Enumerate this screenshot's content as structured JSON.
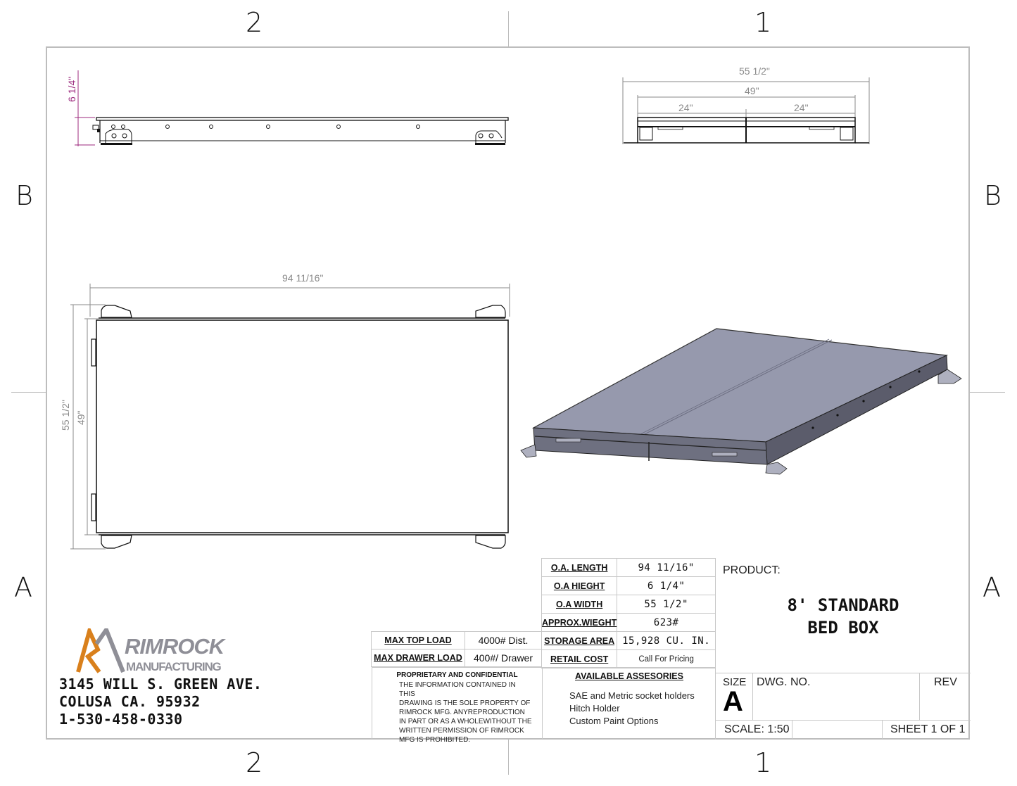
{
  "zones": {
    "columns_top": [
      "2",
      "1"
    ],
    "columns_bottom": [
      "2",
      "1"
    ],
    "rows_left": [
      "B",
      "A"
    ],
    "rows_right": [
      "B",
      "A"
    ]
  },
  "views": {
    "side_view": {
      "height_dim": "6 1/4\"",
      "dim_color": "#9c2a7e"
    },
    "end_view": {
      "overall_width_dim": "55 1/2\"",
      "inner_width_dim": "49\"",
      "drawer_left_dim": "24\"",
      "drawer_right_dim": "24\""
    },
    "top_view": {
      "length_dim": "94 11/16\"",
      "overall_width_dim": "55 1/2\"",
      "inner_width_dim": "49\""
    },
    "isometric_view": {
      "lid_color": "#9699ad",
      "side_color": "#5b5c6b"
    }
  },
  "specs": {
    "rows": [
      {
        "label": "O.A. LENGTH",
        "value": "94 11/16\""
      },
      {
        "label": "O.A HIEGHT",
        "value": "6 1/4\""
      },
      {
        "label": "O.A WIDTH",
        "value": "55 1/2\""
      },
      {
        "label": "APPROX.WIEGHT",
        "value": "623#"
      },
      {
        "label": "STORAGE AREA",
        "value": "15,928 CU. IN."
      },
      {
        "label": "RETAIL COST",
        "value": "Call For Pricing"
      }
    ]
  },
  "loads": {
    "rows": [
      {
        "label": "MAX TOP LOAD",
        "value": "4000# Dist."
      },
      {
        "label": "MAX DRAWER LOAD",
        "value": "400#/ Drawer"
      }
    ]
  },
  "confidential": {
    "heading": "PROPRIETARY AND CONFIDENTIAL",
    "body": "THE INFORMATION CONTAINED IN THIS\nDRAWING IS THE SOLE PROPERTY OF\nRIMROCK MFG.  ANYREPRODUCTION\n IN PART OR AS A WHOLEWITHOUT THE\n WRITTEN PERMISSION OF RIMROCK\n MFG IS PROHIBITED."
  },
  "accessories": {
    "heading": "AVAILABLE ASSESORIES",
    "items": [
      "SAE and Metric socket holders",
      "Hitch Holder",
      "Custom Paint Options"
    ]
  },
  "title_block": {
    "product_label": "PRODUCT:",
    "product_name": "8' STANDARD\nBED BOX",
    "size_label": "SIZE",
    "size_value": "A",
    "dwg_no_label": "DWG.  NO.",
    "rev_label": "REV",
    "scale": "SCALE: 1:50",
    "sheet": "SHEET 1 OF 1"
  },
  "company": {
    "logo_line1": "RIMROCK",
    "logo_line2": "MANUFACTURING",
    "logo_orange": "#d9801c",
    "logo_gray": "#8f8f97",
    "address_line1": "3145 WILL S. GREEN AVE.",
    "address_line2": "COLUSA CA. 95932",
    "phone": "1-530-458-0330"
  }
}
